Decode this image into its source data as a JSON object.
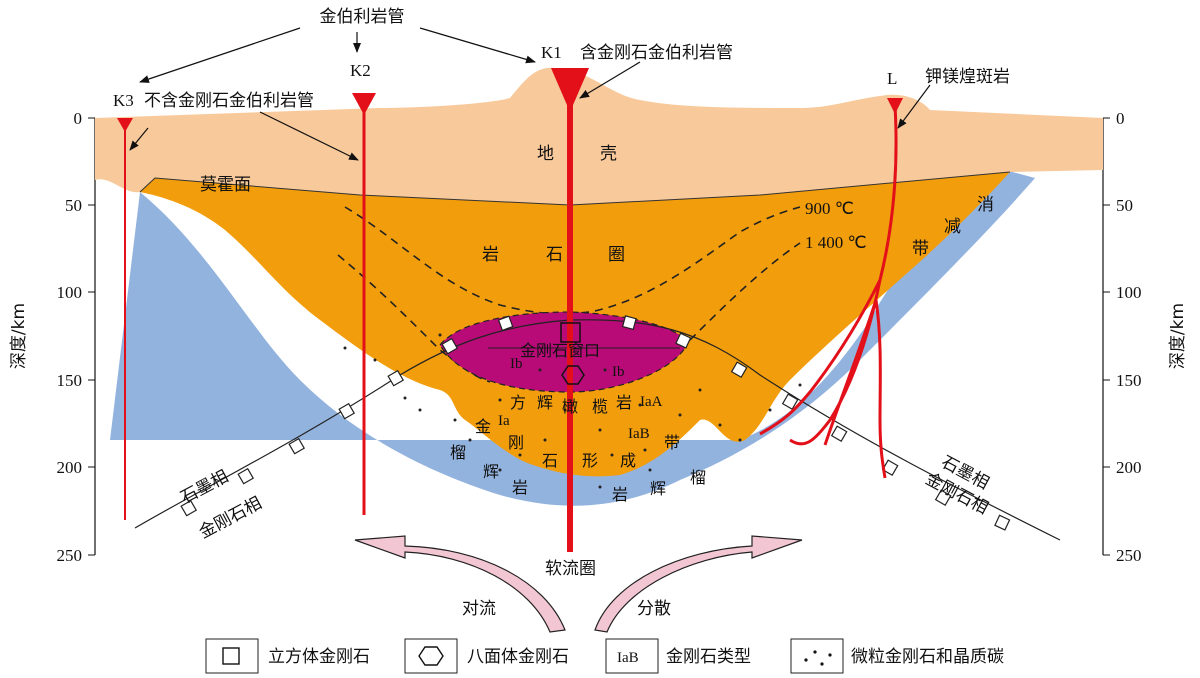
{
  "axes": {
    "left_label": "深度/km",
    "right_label": "深度/km",
    "ticks": [
      "0",
      "50",
      "100",
      "150",
      "200",
      "250"
    ]
  },
  "top": {
    "kimberlite_pipe": "金伯利岩管",
    "k1": "K1",
    "k1_desc": "含金刚石金伯利岩管",
    "k2": "K2",
    "k3": "K3",
    "k3_desc": "不含金刚石金伯利岩管",
    "l": "L",
    "l_desc": "钾镁煌斑岩"
  },
  "layers": {
    "crust_a": "地",
    "crust_b": "壳",
    "moho": "莫霍面",
    "iso_900": "900 ℃",
    "iso_1400": "1 400 ℃",
    "lith_a": "岩",
    "lith_b": "石",
    "lith_c": "圈",
    "window": "金刚石窗口",
    "ib_left": "Ib",
    "ib_right": "Ib",
    "iaa": "IaA",
    "iab": "IaB",
    "ia": "Ia",
    "zone_1": "方",
    "zone_2": "辉",
    "zone_3": "橄",
    "zone_4": "榄",
    "zone_5": "岩",
    "diamond_formation_1": "金",
    "diamond_formation_2": "刚",
    "diamond_formation_3": "石",
    "diamond_formation_4": "形",
    "diamond_formation_5": "成",
    "diamond_formation_6": "带",
    "garnet_1": "榴",
    "garnet_2": "辉",
    "garnet_3": "岩",
    "garnet_4": "岩",
    "garnet_5": "辉",
    "garnet_6": "榴",
    "depletion_1": "消",
    "depletion_2": "减",
    "depletion_3": "带",
    "graphite_left": "石墨相",
    "diamond_left": "金刚石相",
    "graphite_right": "石墨相",
    "diamond_right": "金刚石相",
    "asthenosphere": "软流圈",
    "convection": "对流",
    "dispersion": "分散"
  },
  "legend": {
    "cube": "立方体金刚石",
    "octahedron": "八面体金刚石",
    "type_code": "IaB",
    "type_label": "金刚石类型",
    "micro": "微粒金刚石和晶质碳"
  },
  "colors": {
    "crust": "#F8C99B",
    "lithosphere": "#F29D0C",
    "depleted": "#93B3DF",
    "window": "#B80B78",
    "pipe": "#E3101A",
    "arrow_fill": "#F3C6D3"
  }
}
